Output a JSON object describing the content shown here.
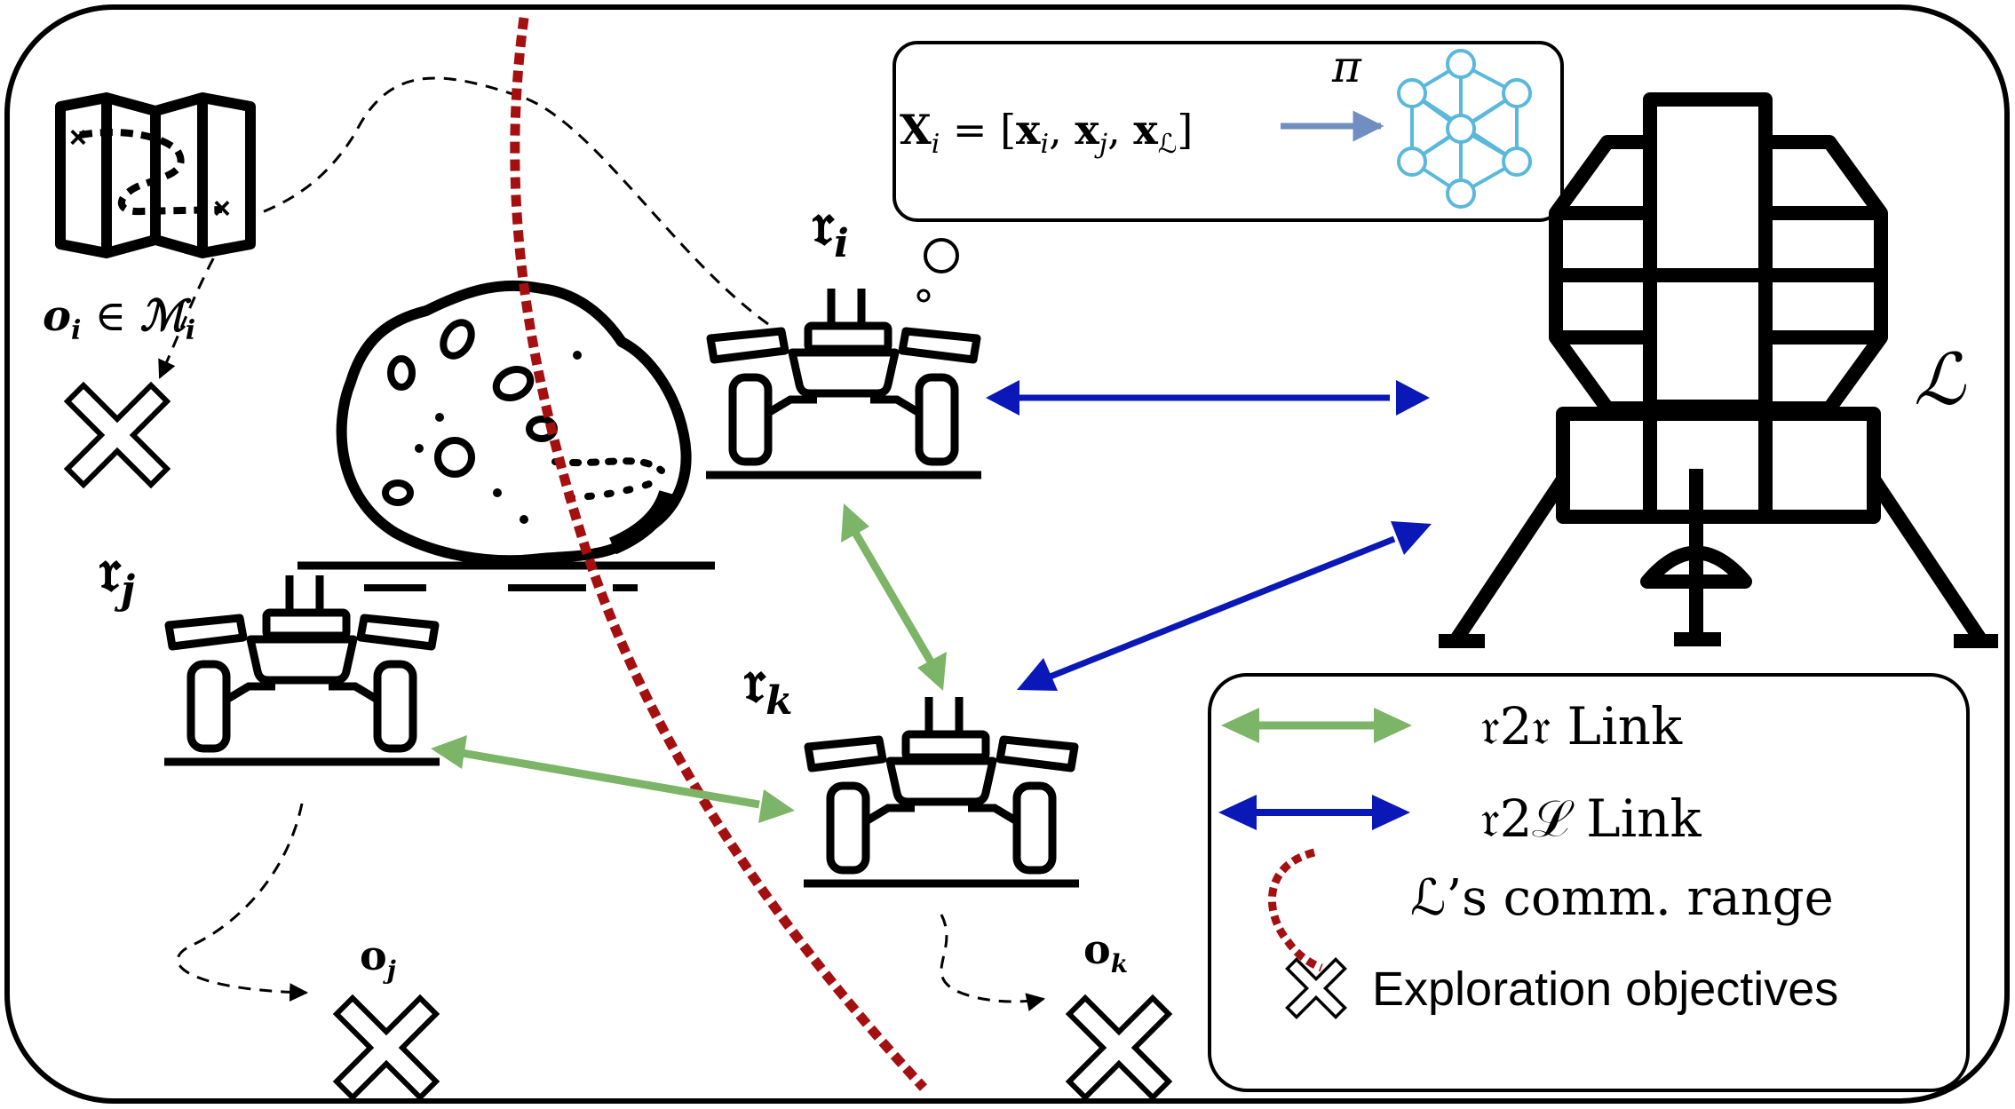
{
  "labels": {
    "map_obs": "o_i ∈ M_i",
    "policy_input": "X_i = [x_i, x_j, x_L]",
    "policy_symbol": "π",
    "rover_i": "r_i",
    "rover_j": "r_j",
    "rover_k": "r_k",
    "lander": "L",
    "obj_j": "o_j",
    "obj_k": "o_k"
  },
  "legend": {
    "r2r": "𝔯2𝔯 Link",
    "r2l": "𝔯2ℒ Link",
    "range": "ℒ’s comm. range",
    "objectives": "Exploration objectives"
  },
  "colors": {
    "r2r_link": "#7db568",
    "r2l_link": "#0a18b8",
    "comm_range": "#a40f0f",
    "policy_arrow": "#6f8fc2",
    "network": "#5ab8dc",
    "ink": "#000000"
  }
}
